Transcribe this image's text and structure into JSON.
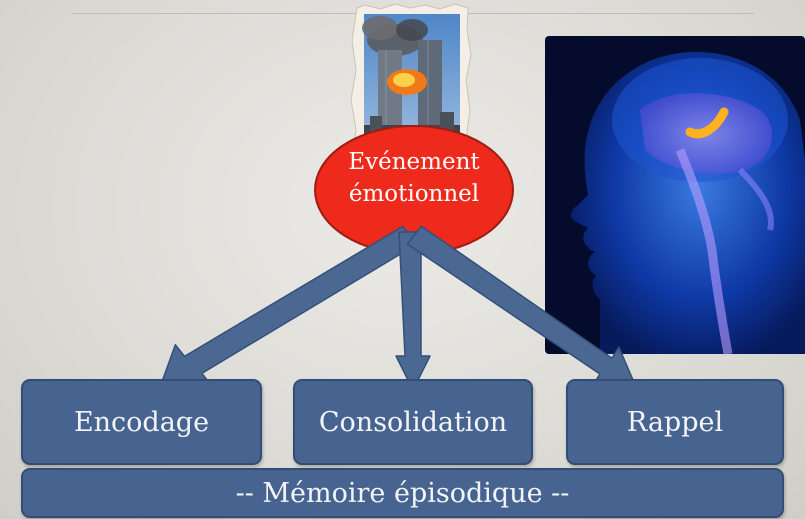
{
  "center_event": {
    "line1": "Evénement",
    "line2": "émotionnel",
    "fill": "#ee2a1c"
  },
  "boxes": {
    "encoding": "Encodage",
    "consolidation": "Consolidation",
    "recall": "Rappel",
    "memory_bar": "-- Mémoire épisodique --"
  },
  "colors": {
    "box_fill": "#47638f",
    "arrow_fill": "#4a6891",
    "background": "#e2e1dd"
  },
  "images": {
    "photo": "twin-towers-attack-photo",
    "illustration": "human-head-brain-illustration"
  }
}
